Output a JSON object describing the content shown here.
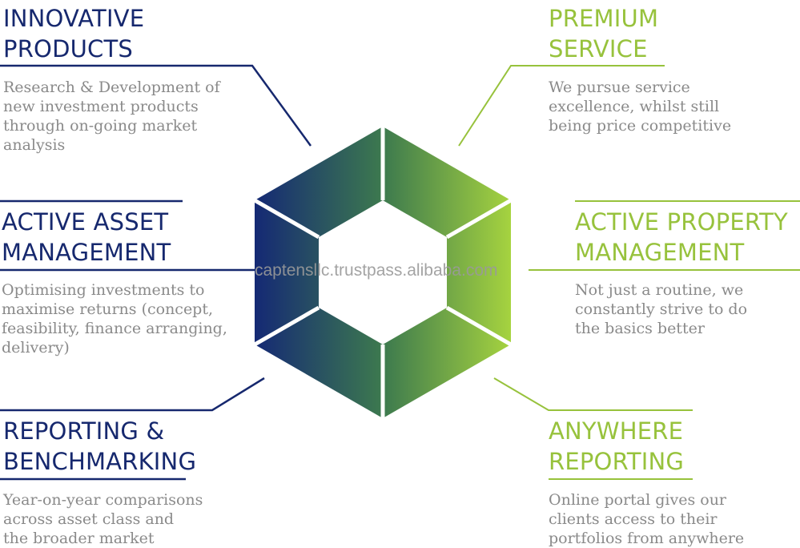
{
  "colors": {
    "navy": "#16286e",
    "green": "#97c23c",
    "description_gray": "#8a8a8a"
  },
  "blocks": {
    "innovative": {
      "title": [
        "INNOVATIVE",
        "PRODUCTS"
      ],
      "description": [
        "Research & Development of",
        "new investment products",
        "through on-going market",
        "analysis"
      ]
    },
    "premium": {
      "title": [
        "PREMIUM",
        "SERVICE"
      ],
      "description": [
        "We pursue service",
        "excellence, whilst still",
        "being price competitive"
      ]
    },
    "asset": {
      "title": [
        "ACTIVE ASSET",
        "MANAGEMENT"
      ],
      "description": [
        "Optimising investments to",
        "maximise returns (concept,",
        "feasibility, finance arranging,",
        "delivery)"
      ]
    },
    "property": {
      "title": [
        "ACTIVE PROPERTY",
        "MANAGEMENT"
      ],
      "description": [
        "Not just a routine, we",
        "constantly strive to do",
        "the basics better"
      ]
    },
    "reporting": {
      "title": [
        "REPORTING &",
        "BENCHMARKING"
      ],
      "description": [
        "Year-on-year comparisons",
        "across asset class and",
        "the broader market"
      ]
    },
    "anywhere": {
      "title": [
        "ANYWHERE",
        "REPORTING"
      ],
      "description": [
        "Online portal gives our",
        "clients access to their",
        "portfolios from anywhere"
      ]
    }
  },
  "watermark": "captensllc.trustpass.alibaba.com"
}
